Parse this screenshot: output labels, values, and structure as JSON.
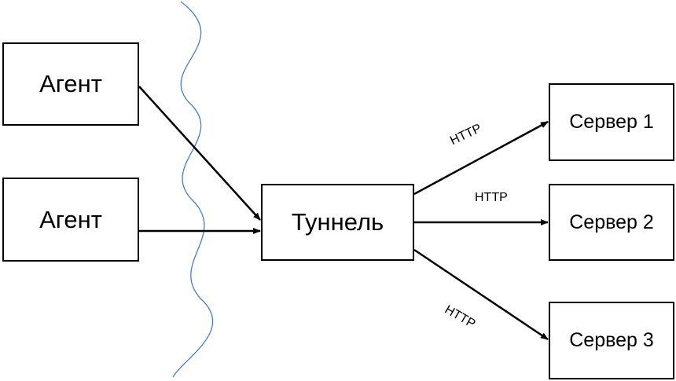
{
  "nodes": {
    "agent_1": "Агент",
    "agent_2": "Агент",
    "tunnel": "Туннель",
    "server_1": "Сервер 1",
    "server_2": "Сервер 2",
    "server_3": "Сервер 3"
  },
  "edges": {
    "http_1": "HTTP",
    "http_2": "HTTP",
    "http_3": "HTTP"
  },
  "colors": {
    "lines": "#000000",
    "boundary": "#4a7ebb",
    "background": "#ffffff"
  }
}
